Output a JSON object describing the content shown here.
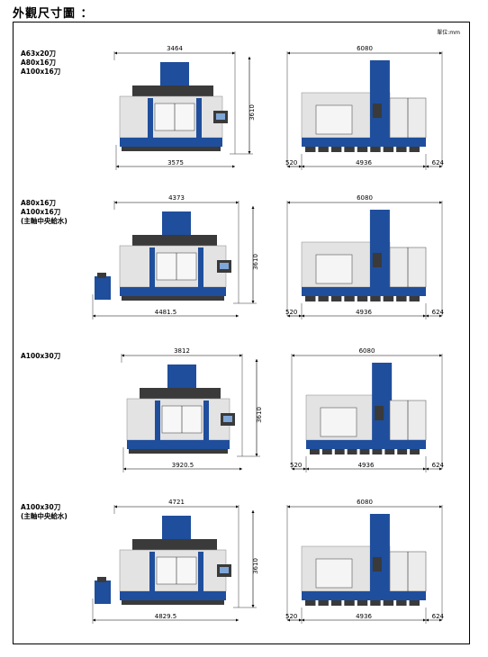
{
  "header": {
    "title": "外觀尺寸圖 ："
  },
  "unit_note": "單位:mm",
  "rows": [
    {
      "label_lines": [
        "A63x20刀",
        "A80x16刀",
        "A100x16刀"
      ],
      "front": {
        "top_width": "3464",
        "bottom_width": "3575",
        "height": "3610",
        "chip_bin": false
      },
      "side": {
        "total_width": "6080",
        "left": "520",
        "middle": "4936",
        "right": "624"
      }
    },
    {
      "label_lines": [
        "A80x16刀",
        "A100x16刀",
        "(主軸中央給水)"
      ],
      "front": {
        "top_width": "4373",
        "bottom_width": "4481.5",
        "height": "3610",
        "chip_bin": true
      },
      "side": {
        "total_width": "6080",
        "left": "520",
        "middle": "4936",
        "right": "624"
      }
    },
    {
      "label_lines": [
        "A100x30刀"
      ],
      "front": {
        "top_width": "3812",
        "bottom_width": "3920.5",
        "height": "3610",
        "chip_bin": false
      },
      "side": {
        "total_width": "6080",
        "left": "520",
        "middle": "4936",
        "right": "624"
      }
    },
    {
      "label_lines": [
        "A100x30刀",
        "(主軸中央給水)"
      ],
      "front": {
        "top_width": "4721",
        "bottom_width": "4829.5",
        "height": "3610",
        "chip_bin": true
      },
      "side": {
        "total_width": "6080",
        "left": "520",
        "middle": "4936",
        "right": "624"
      }
    }
  ],
  "colors": {
    "blue": "#1f4e9c",
    "gray": "#e3e3e3",
    "dark": "#3a3a3a"
  }
}
